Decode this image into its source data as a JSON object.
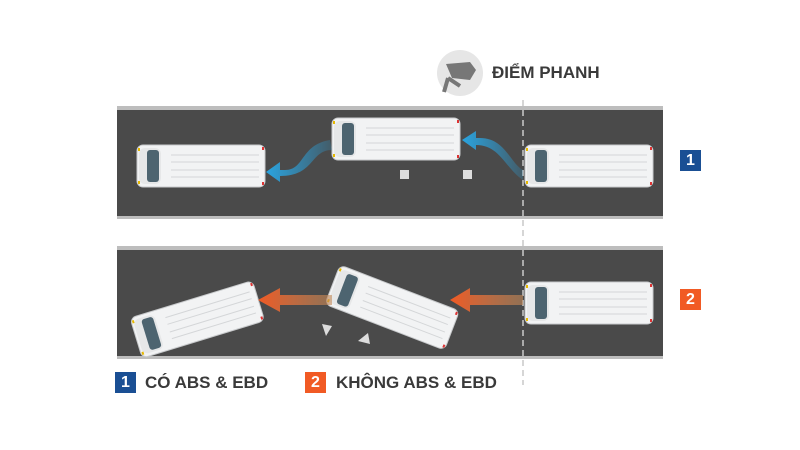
{
  "brake_point": {
    "label": "ĐIỂM PHANH",
    "icon": "brake-pedal-icon"
  },
  "scenarios": [
    {
      "number": "1",
      "label": "CÓ ABS & EBD",
      "color": "#1a4f94",
      "arrow_color": "#2aa4e0"
    },
    {
      "number": "2",
      "label": "KHÔNG ABS & EBD",
      "color": "#f15a24",
      "arrow_color": "#f15a24"
    }
  ]
}
